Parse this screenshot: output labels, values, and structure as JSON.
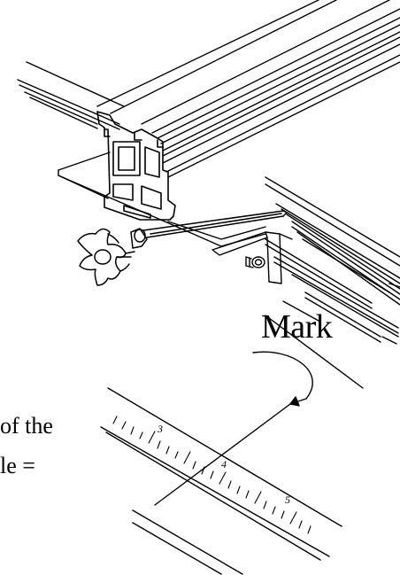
{
  "diagram": {
    "mark_label": "Mark",
    "caption_line_1": "of the",
    "caption_line_2": "le =",
    "ruler_numbers": [
      "3",
      "4",
      "5"
    ]
  }
}
